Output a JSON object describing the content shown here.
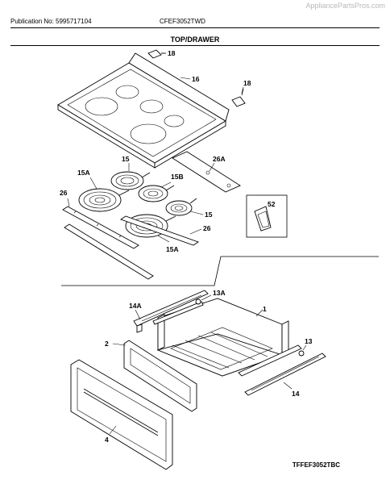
{
  "header": {
    "watermark": "AppliancePartsPros.com",
    "publication": "Publication No: 5995717104",
    "model": "CFEF3052TWD",
    "section_title": "TOP/DRAWER"
  },
  "footer": {
    "code": "TFFEF3052TBC"
  },
  "callouts": {
    "c18a": "18",
    "c16": "16",
    "c18b": "18",
    "c15a": "15",
    "c26a": "26A",
    "c15A_1": "15A",
    "c15B": "15B",
    "c26_1": "26",
    "c52": "52",
    "c15b": "15",
    "c26_2": "26",
    "c15A_2": "15A",
    "c13A": "13A",
    "c14A": "14A",
    "c1": "1",
    "c2": "2",
    "c13": "13",
    "c14": "14",
    "c4": "4"
  }
}
